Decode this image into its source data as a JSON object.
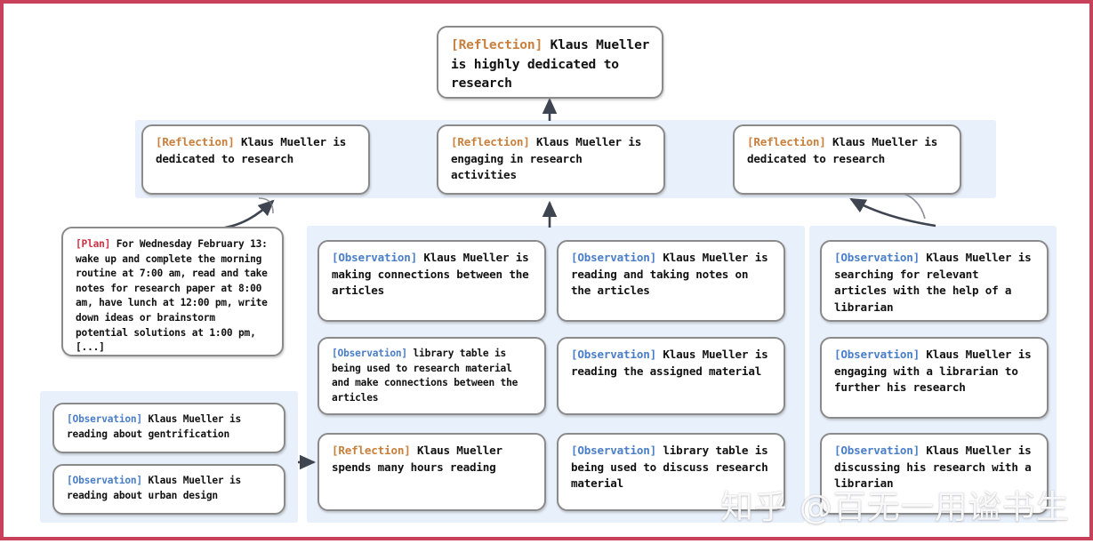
{
  "figure": {
    "border_color": "#c8405a",
    "panel_color": "#e8f0fb",
    "box_border_color": "#8a8a8a",
    "tag_colors": {
      "reflection": "#c8803c",
      "observation": "#4a7ec7",
      "plan": "#cc3344"
    }
  },
  "watermark": {
    "text": "知乎 @百无一用谧书生"
  },
  "nodes": {
    "top_reflection": {
      "tag": "[Reflection]",
      "text": " Klaus Mueller is highly dedicated to research"
    },
    "mid_left_reflection": {
      "tag": "[Reflection]",
      "text": " Klaus Mueller is dedicated to research"
    },
    "mid_center_reflection": {
      "tag": "[Reflection]",
      "text": " Klaus Mueller is engaging in research activities"
    },
    "mid_right_reflection": {
      "tag": "[Reflection]",
      "text": " Klaus Mueller is dedicated to research"
    },
    "plan": {
      "tag": "[Plan]",
      "text": " For Wednesday February 13: wake up and complete the morning routine at 7:00 am, read and take notes for research paper at 8:00 am, have lunch at 12:00 pm, write down ideas or brainstorm potential solutions at 1:00 pm, [...]"
    },
    "obs_gentrification": {
      "tag": "[Observation]",
      "text": " Klaus Mueller is reading about gentrification"
    },
    "obs_urban_design": {
      "tag": "[Observation]",
      "text": " Klaus Mueller is reading about urban design"
    },
    "obs_connections": {
      "tag": "[Observation]",
      "text": " Klaus Mueller is making connections between the articles"
    },
    "obs_library_table_connections": {
      "tag": "[Observation]",
      "text": " library table is being used to research material and make connections between the articles"
    },
    "reflection_hours_reading": {
      "tag": "[Reflection]",
      "text": " Klaus Mueller spends many hours reading"
    },
    "obs_reading_notes": {
      "tag": "[Observation]",
      "text": " Klaus Mueller is reading and taking notes on the articles"
    },
    "obs_assigned_material": {
      "tag": "[Observation]",
      "text": " Klaus Mueller is reading the assigned material"
    },
    "obs_library_table_discuss": {
      "tag": "[Observation]",
      "text": " library table is being used to discuss research material"
    },
    "obs_searching_articles": {
      "tag": "[Observation]",
      "text": " Klaus Mueller is searching for relevant articles with the help of a librarian"
    },
    "obs_engaging_librarian": {
      "tag": "[Observation]",
      "text": " Klaus Mueller is engaging with a librarian to further his research"
    },
    "obs_discussing_librarian": {
      "tag": "[Observation]",
      "text": " Klaus Mueller is discussing his research with a librarian"
    }
  }
}
